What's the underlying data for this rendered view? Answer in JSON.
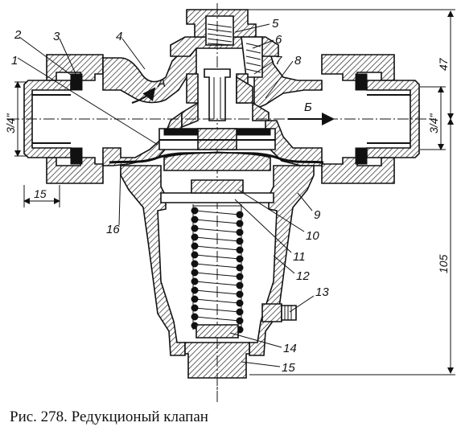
{
  "caption": "Рис. 278. Редукционый клапан",
  "callouts": [
    "1",
    "2",
    "3",
    "4",
    "5",
    "6",
    "7",
    "8",
    "9",
    "10",
    "11",
    "12",
    "13",
    "14",
    "15",
    "16"
  ],
  "flow_labels": {
    "a": "A",
    "b": "Б"
  },
  "dimensions": {
    "pipe_left": "3/4\"",
    "pipe_right": "3/4\"",
    "width_left": "15",
    "height_top": "47",
    "height_total": "105"
  }
}
